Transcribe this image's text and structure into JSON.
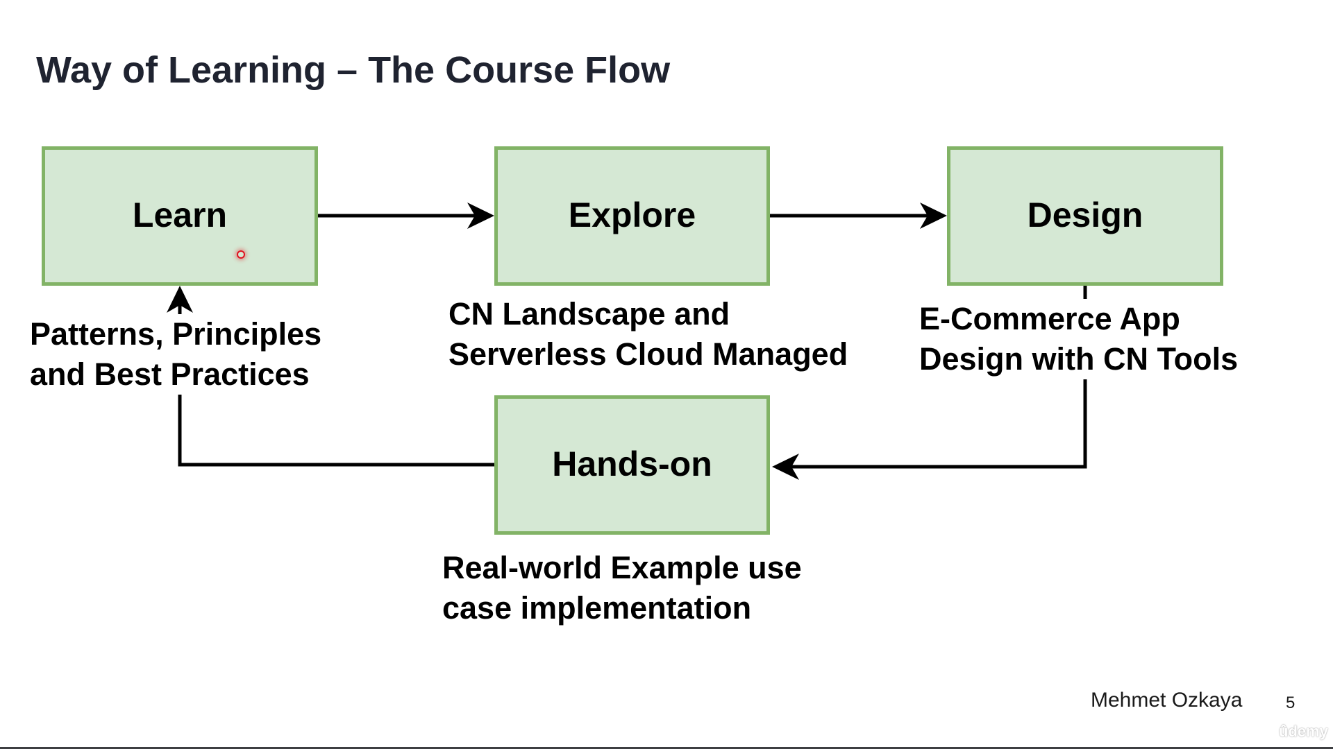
{
  "slide": {
    "title": "Way of Learning – The Course Flow",
    "author": "Mehmet Ozkaya",
    "page_number": "5",
    "watermark": "ûdemy"
  },
  "diagram": {
    "colors": {
      "box_fill": "#d5e8d4",
      "box_border": "#82b366",
      "arrow": "#000000"
    },
    "nodes": [
      {
        "id": "learn",
        "label": "Learn",
        "description": [
          "Patterns, Principles",
          "and Best Practices"
        ]
      },
      {
        "id": "explore",
        "label": "Explore",
        "description": [
          "CN Landscape and",
          "Serverless Cloud Managed"
        ]
      },
      {
        "id": "design",
        "label": "Design",
        "description": [
          "E-Commerce App",
          "Design with CN Tools"
        ]
      },
      {
        "id": "handson",
        "label": "Hands-on",
        "description": [
          "Real-world Example use",
          "case implementation"
        ]
      }
    ],
    "edges": [
      {
        "from": "learn",
        "to": "explore"
      },
      {
        "from": "explore",
        "to": "design"
      },
      {
        "from": "design",
        "to": "handson"
      },
      {
        "from": "handson",
        "to": "learn"
      }
    ]
  }
}
